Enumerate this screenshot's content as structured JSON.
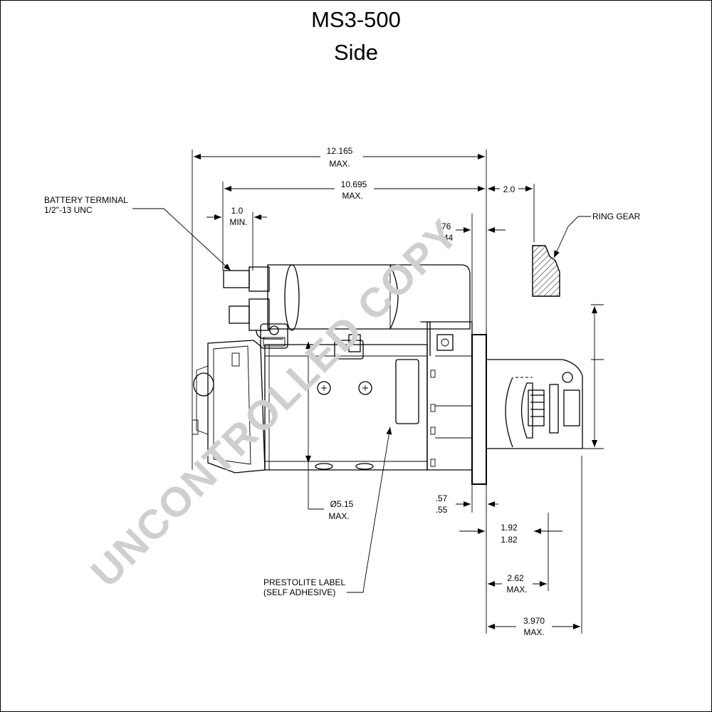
{
  "drawing": {
    "title": "MS3-500",
    "subtitle": "Side",
    "watermark": "UNCONTROLLED COPY"
  },
  "dimensions": {
    "overall_length": "12.165",
    "overall_length_note": "MAX.",
    "body_length": "10.695",
    "body_length_note": "MAX.",
    "ring_gear_gap": "2.0",
    "terminal_clearance": "1.0",
    "terminal_clearance_note": "MIN.",
    "flange_top_a": ".76",
    "flange_top_b": ".44",
    "diameter": "Ø5.15",
    "diameter_note": "MAX.",
    "flange_a": ".57",
    "flange_b": ".55",
    "pinion_a": "1.92",
    "pinion_b": "1.82",
    "nose_length": "2.62",
    "nose_length_note": "MAX.",
    "nose_total": "3.970",
    "nose_total_note": "MAX."
  },
  "callouts": {
    "battery_terminal_line1": "BATTERY TERMINAL",
    "battery_terminal_line2": "1/2\"-13 UNC",
    "ring_gear": "RING GEAR",
    "label_line1": "PRESTOLITE LABEL",
    "label_line2": "(SELF ADHESIVE)"
  },
  "colors": {
    "line": "#000000",
    "watermark": "#cfcfcf",
    "background": "#ffffff"
  }
}
